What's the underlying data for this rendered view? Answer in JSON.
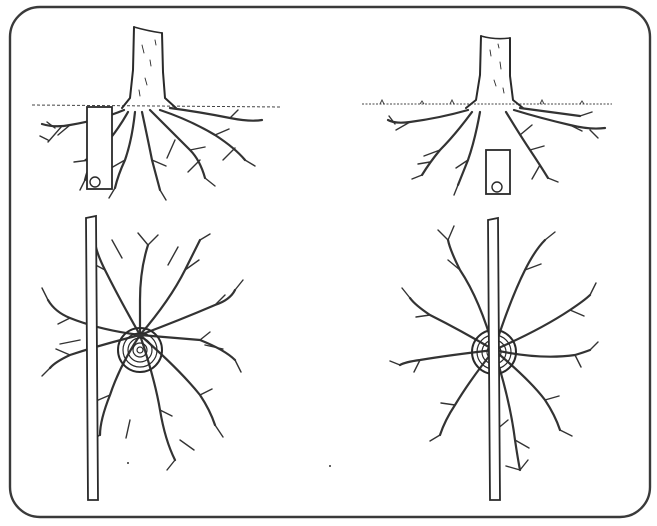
{
  "figure": {
    "panels": [
      {
        "id": "section-left",
        "view": "side",
        "probe_position": "beside-trunk"
      },
      {
        "id": "section-right",
        "view": "side",
        "probe_position": "under-trunk"
      },
      {
        "id": "plan-left",
        "view": "top",
        "probe_position": "beside-trunk"
      },
      {
        "id": "plan-right",
        "view": "top",
        "probe_position": "through-trunk"
      }
    ],
    "colors": {
      "ink": "#2a2a2a",
      "frame": "#3a3a3a",
      "background": "#ffffff"
    }
  }
}
